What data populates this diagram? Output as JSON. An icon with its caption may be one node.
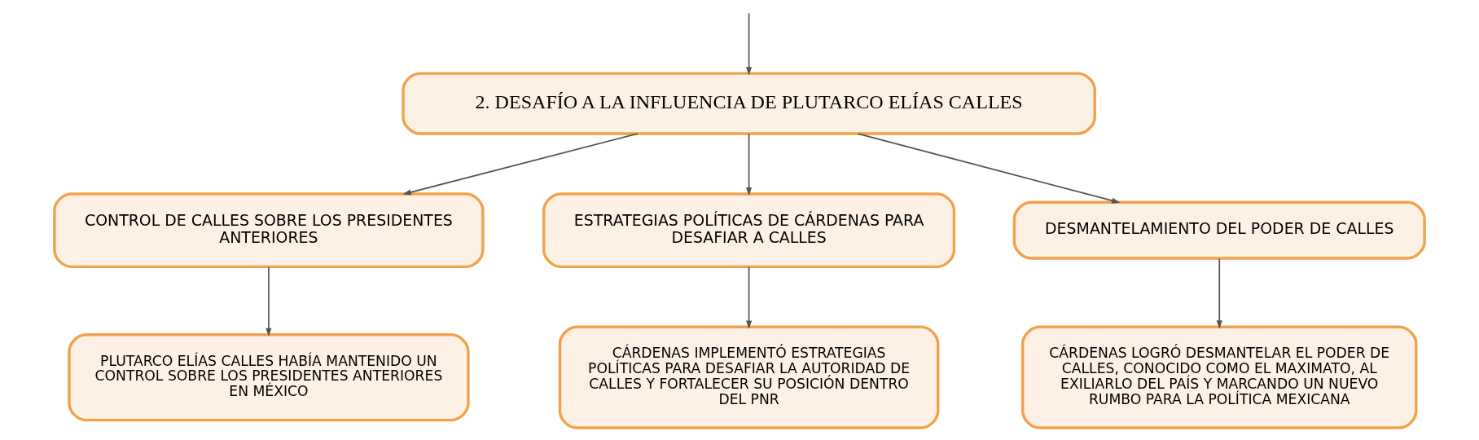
{
  "diagram": {
    "nodes": [
      {
        "text": [
          "2. DESAFÍO A LA INFLUENCIA DE PLUTARCO ELÍAS CALLES"
        ]
      },
      {
        "text": [
          "CONTROL DE CALLES SOBRE LOS PRESIDENTES ANTERIORES"
        ]
      },
      {
        "text": [
          "ESTRATEGIAS POLÍTICAS DE CÁRDENAS PARA DESAFIAR A CALLES"
        ]
      },
      {
        "text": [
          "DESMANTELAMIENTO DEL PODER DE CALLES"
        ]
      },
      {
        "text": [
          "PLUTARCO ELÍAS CALLES HABÍA MANTENIDO UN CONTROL SOBRE LOS PRESIDENTES ANTERIORES EN MÉXICO"
        ]
      },
      {
        "text": [
          "CÁRDENAS IMPLEMENTÓ ESTRATEGIAS POLÍTICAS PARA DESAFIAR LA AUTORIDAD DE CALLES Y FORTALECER SU POSICIÓN DENTRO DEL PNR"
        ]
      },
      {
        "text": [
          "CÁRDENAS LOGRÓ DESMANTELAR EL PODER DE CALLES, CONOCIDO COMO EL MAXIMATO, AL EXILIARLO DEL PAÍS Y MARCANDO UN NUEVO RUMBO PARA LA POLÍTICA MEXICANA"
        ]
      }
    ],
    "edges": [
      {
        "from": null,
        "to": 0,
        "arrow": "to"
      },
      {
        "from": 0,
        "to": 1,
        "arrow": "to"
      },
      {
        "from": 0,
        "to": 2,
        "arrow": "to"
      },
      {
        "from": 0,
        "to": 3,
        "arrow": "to"
      },
      {
        "from": 1,
        "to": 4,
        "arrow": "to"
      },
      {
        "from": 2,
        "to": 5,
        "arrow": "to"
      },
      {
        "from": 3,
        "to": 6,
        "arrow": "to"
      }
    ]
  }
}
